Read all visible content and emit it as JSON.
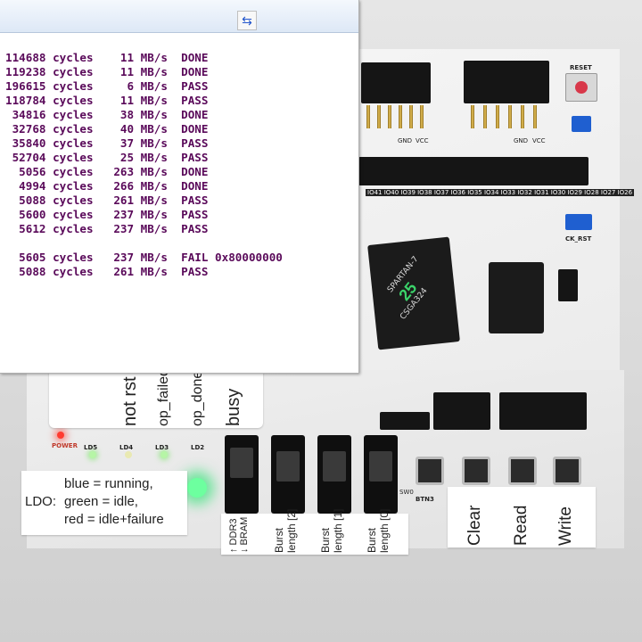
{
  "terminal": {
    "lines": [
      "114688 cycles    11 MB/s  DONE",
      "119238 cycles    11 MB/s  DONE",
      "196615 cycles     6 MB/s  PASS",
      "118784 cycles    11 MB/s  PASS",
      " 34816 cycles    38 MB/s  DONE",
      " 32768 cycles    40 MB/s  DONE",
      " 35840 cycles    37 MB/s  PASS",
      " 52704 cycles    25 MB/s  PASS",
      "  5056 cycles   263 MB/s  DONE",
      "  4994 cycles   266 MB/s  DONE",
      "  5088 cycles   261 MB/s  PASS",
      "  5600 cycles   237 MB/s  PASS",
      "  5612 cycles   237 MB/s  PASS",
      "",
      "  5605 cycles   237 MB/s  FAIL 0x80000000",
      "  5088 cycles   261 MB/s  PASS"
    ]
  },
  "board": {
    "reset_label": "RESET",
    "chip_brand": "SPARTAN-7",
    "chip_num": "25",
    "chip_pkg": "CSGA324",
    "silk": {
      "gnd1": "GND",
      "vcc1": "VCC",
      "gnd2": "GND",
      "vcc2": "VCC",
      "ck_rst": "CK_RST",
      "power": "POWER",
      "ld5": "LD5",
      "ld4": "LD4",
      "ld3": "LD3",
      "ld2": "LD2",
      "btn3": "BTN3",
      "sw0": "SW0"
    },
    "status_labels": [
      "not rst",
      "op_failed",
      "op_done",
      "busy"
    ],
    "ldo": {
      "title": "LDO:",
      "lines": [
        "blue = running,",
        "green = idle,",
        "red = idle+failure"
      ]
    },
    "switch_labels": [
      "↑ DDR3\n↓ BRAM",
      "Burst\nlength [2]",
      "Burst\nlength [1]",
      "Burst\nlength [0]"
    ],
    "button_labels": [
      "Clear",
      "Read",
      "Write"
    ]
  },
  "colors": {
    "terminal_text": "#5a0a5a",
    "led_green": "#39e27a",
    "led_red": "#ff3b30",
    "jumper_blue": "#1f5fd0"
  }
}
